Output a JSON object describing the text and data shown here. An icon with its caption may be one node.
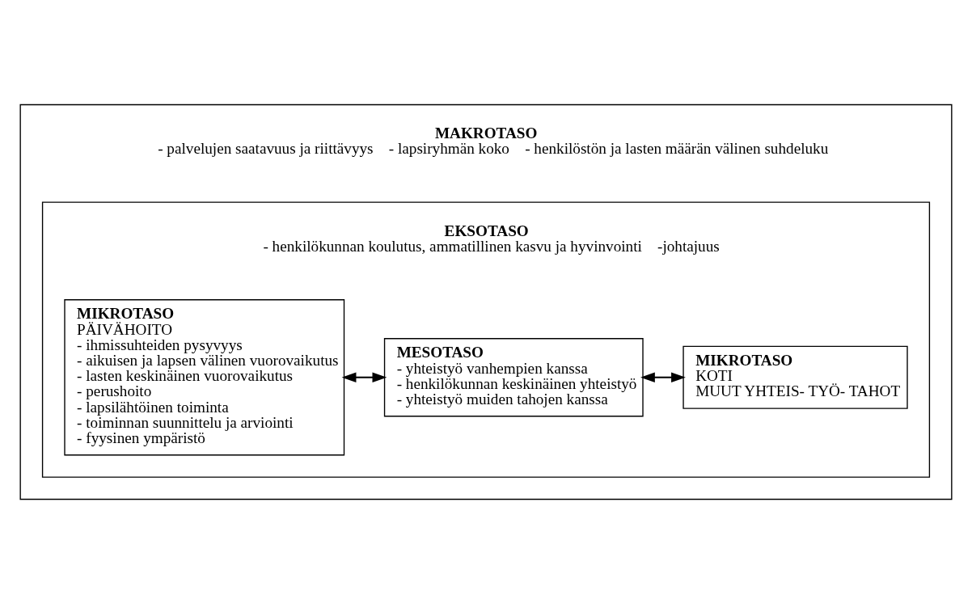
{
  "diagram": {
    "nodes": [
      {
        "text": [
          "MAKROTASO",
          "- palvelujen saatavuus ja riittävyys",
          "- lapsiryhmän koko",
          "- henkilöstön ja lasten määrän välinen suhdeluku"
        ]
      },
      {
        "text": [
          "EKSOTASO",
          "- henkilökunnan koulutus, ammatillinen kasvu ja hyvinvointi",
          "-johtajuus"
        ],
        "in": 0
      },
      {
        "text": [
          "MIKROTASO",
          "PÄIVÄHOITO",
          "- ihmissuhteiden pysyvyys",
          "- aikuisen ja lapsen välinen vuorovaikutus",
          "- lasten keskinäinen vuorovaikutus",
          "- perushoito",
          "- lapsilähtöinen toiminta",
          "- toiminnan suunnittelu ja arviointi",
          "- fyysinen ympäristö"
        ],
        "in": 1
      },
      {
        "text": [
          "MESOTASO",
          "- yhteistyö vanhempien kanssa",
          "- henkilökunnan keskinäinen yhteistyö",
          "- yhteistyö muiden tahojen kanssa"
        ],
        "in": 1
      },
      {
        "text": [
          "MIKROTASO",
          "KOTI",
          "MUUT YHTEIS- TYÖ- TAHOT"
        ],
        "in": 1
      }
    ],
    "edges": [
      {
        "from": 2,
        "to": 3,
        "arrow": "both"
      },
      {
        "from": 3,
        "to": 4,
        "arrow": "both"
      }
    ]
  }
}
